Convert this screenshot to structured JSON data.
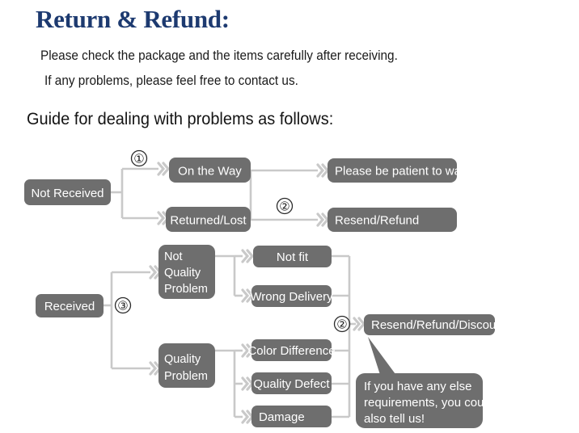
{
  "header": {
    "title": "Return & Refund:",
    "title_color": "#1d3a70",
    "line1": "Please check the package and the items carefully after receiving.",
    "line2": "If any problems, please feel free to contact us.",
    "guide": "Guide for dealing with problems as follows:"
  },
  "theme": {
    "box_fill": "#6e6e6e",
    "box_text": "#ffffff",
    "connector": "#c9c9c9",
    "background": "#ffffff"
  },
  "flowchart": {
    "markers": {
      "one": "①",
      "two": "②",
      "two_b": "②",
      "three": "③"
    },
    "nodes": {
      "not_received": "Not Received",
      "on_the_way": "On the Way",
      "returned_lost": "Returned/Lost",
      "please_wait": "Please be patient to wait",
      "resend_refund": "Resend/Refund",
      "received": "Received",
      "not_quality_problem_l1": "Not",
      "not_quality_problem_l2": "Quality",
      "not_quality_problem_l3": "Problem",
      "quality_problem_l1": "Quality",
      "quality_problem_l2": "Problem",
      "not_fit": "Not fit",
      "wrong_delivery": "Wrong Delivery",
      "color_difference": "Color Difference",
      "quality_defect": "Quality Defect",
      "damage": "Damage",
      "resend_refund_discount": "Resend/Refund/Discount"
    },
    "bubble": {
      "line1": "If you have any else",
      "line2": "requirements, you could",
      "line3": "also tell us!"
    }
  }
}
